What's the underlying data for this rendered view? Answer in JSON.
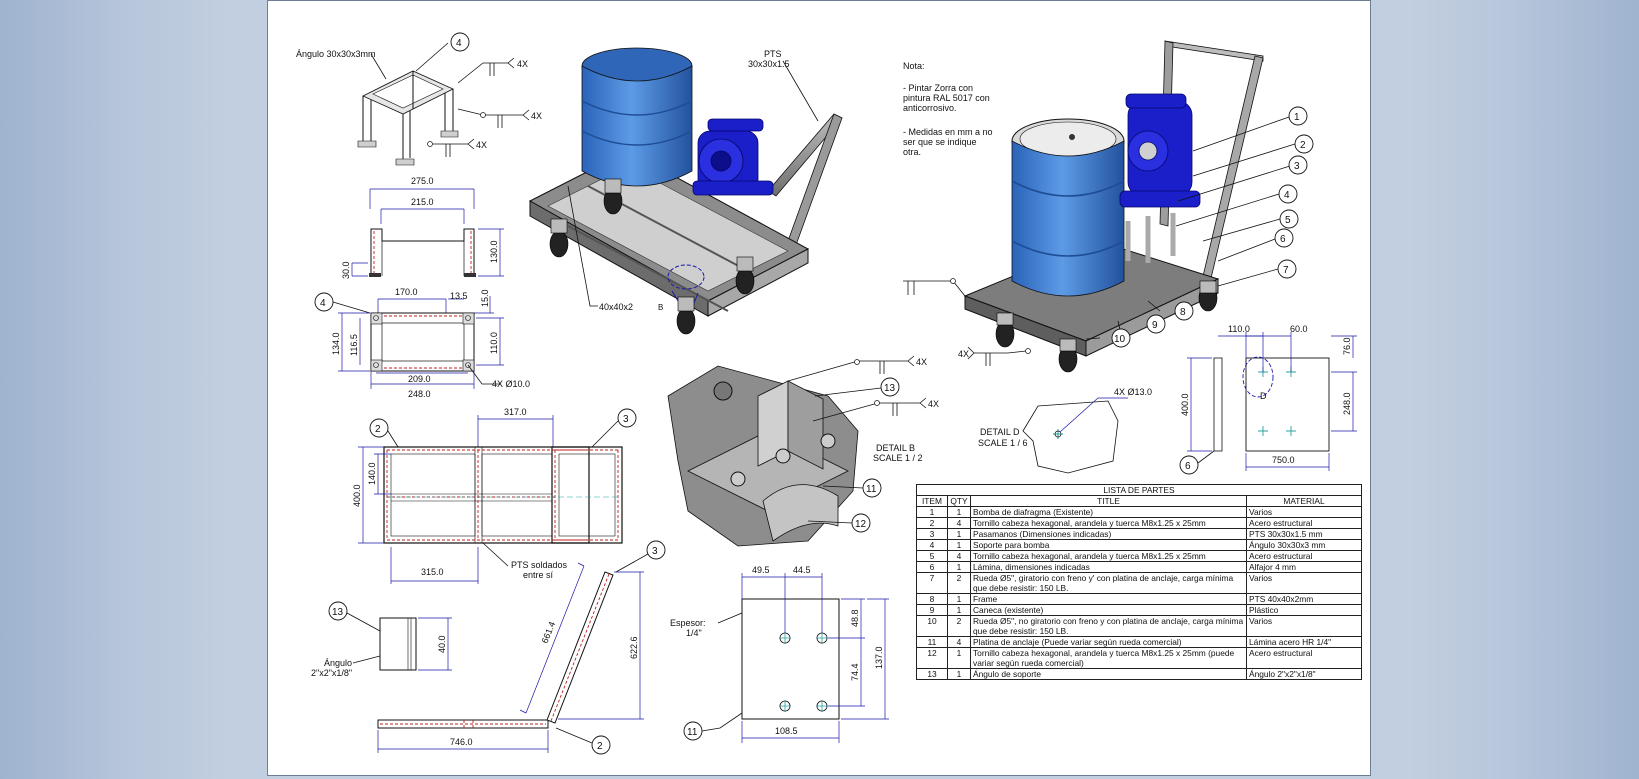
{
  "notes": {
    "title": "Nota:",
    "line1": "- Pintar Zorra con",
    "line2": "pintura RAL 5017 con",
    "line3": "anticorrosivo.",
    "line4": "- Medidas en mm a no",
    "line5": "ser que se indique",
    "line6": "otra."
  },
  "labels": {
    "angle_30": "Ángulo 30x30x3mm",
    "pts_30_a": "PTS",
    "pts_30_b": "30x30x1.5",
    "frame_40": "40x40x2",
    "pts_weld_a": "PTS soldados",
    "pts_weld_b": "entre sí",
    "angle_2_a": "Ángulo",
    "angle_2_b": "2\"x2\"x1/8\"",
    "thick_a": "Espesor:",
    "thick_b": "1/4\"",
    "detail_b_a": "DETAIL  B",
    "detail_b_b": "SCALE 1 / 2",
    "detail_d_a": "DETAIL  D",
    "detail_d_b": "SCALE 1 / 6",
    "view_b": "B",
    "view_d": "D",
    "qty_4x": "4X",
    "hole_10": "4X Ø10.0",
    "hole_13": "4X Ø13.0"
  },
  "dims": {
    "d275": "275.0",
    "d215": "215.0",
    "d130": "130.0",
    "d30": "30.0",
    "d170": "170.0",
    "d13_5": "13.5",
    "d15": "15.0",
    "d134": "134.0",
    "d116_5": "116.5",
    "d110": "110.0",
    "d209": "209.0",
    "d248": "248.0",
    "d317": "317.0",
    "d140": "140.0",
    "d400": "400.0",
    "d315": "315.0",
    "d40": "40.0",
    "d661_4": "661.4",
    "d622_6": "622.6",
    "d746": "746.0",
    "d49_5": "49.5",
    "d44_5": "44.5",
    "d48_8": "48.8",
    "d74_4": "74.4",
    "d137": "137.0",
    "d108_5": "108.5",
    "d60": "60.0",
    "d76": "76.0",
    "d750": "750.0"
  },
  "balloons": [
    "1",
    "2",
    "3",
    "4",
    "5",
    "6",
    "7",
    "8",
    "9",
    "10",
    "11",
    "12",
    "13"
  ],
  "parts_list": {
    "caption": "LISTA DE PARTES",
    "headers": [
      "ITEM",
      "QTY",
      "TITLE",
      "MATERIAL"
    ],
    "rows": [
      {
        "item": "1",
        "qty": "1",
        "title": "Bomba de diafragma (Existente)",
        "material": "Varios"
      },
      {
        "item": "2",
        "qty": "4",
        "title": "Tornillo cabeza hexagonal, arandela y tuerca M8x1.25 x 25mm",
        "material": "Acero estructural"
      },
      {
        "item": "3",
        "qty": "1",
        "title": "Pasamanos (Dimensiones indicadas)",
        "material": "PTS 30x30x1.5 mm"
      },
      {
        "item": "4",
        "qty": "1",
        "title": "Soporte para bomba",
        "material": "Ángulo 30x30x3 mm"
      },
      {
        "item": "5",
        "qty": "4",
        "title": "Tornillo cabeza hexagonal, arandela y tuerca M8x1.25 x 25mm",
        "material": "Acero estructural"
      },
      {
        "item": "6",
        "qty": "1",
        "title": "Lámina, dimensiones indicadas",
        "material": "Alfajor 4 mm"
      },
      {
        "item": "7",
        "qty": "2",
        "title": "Rueda Ø5\", giratorio con freno y' con platina de anclaje, carga mínima que debe resistir: 150 LB.",
        "material": "Varios"
      },
      {
        "item": "8",
        "qty": "1",
        "title": "Frame",
        "material": "PTS 40x40x2mm"
      },
      {
        "item": "9",
        "qty": "1",
        "title": "Caneca (existente)",
        "material": "Plástico"
      },
      {
        "item": "10",
        "qty": "2",
        "title": "Rueda Ø5\", no giratorio con freno y con platina de anclaje, carga mínima que debe resistir: 150 LB.",
        "material": "Varios"
      },
      {
        "item": "11",
        "qty": "4",
        "title": "Platina de anclaje (Puede variar según rueda comercial)",
        "material": "Lámina acero HR 1/4\""
      },
      {
        "item": "12",
        "qty": "1",
        "title": "Tornillo cabeza hexagonal, arandela y tuerca M8x1.25 x 25mm (puede variar según rueda comercial)",
        "material": "Acero estructural"
      },
      {
        "item": "13",
        "qty": "1",
        "title": "Ángulo de soporte",
        "material": "Ángulo 2\"x2\"x1/8\""
      }
    ]
  },
  "colors": {
    "drum_blue": "#3f7fd0",
    "pump_blue": "#1b1fc9",
    "frame_gray": "#8a8a8a",
    "dim_blue": "#1a1aa8",
    "weld_red": "#c21f1f"
  }
}
